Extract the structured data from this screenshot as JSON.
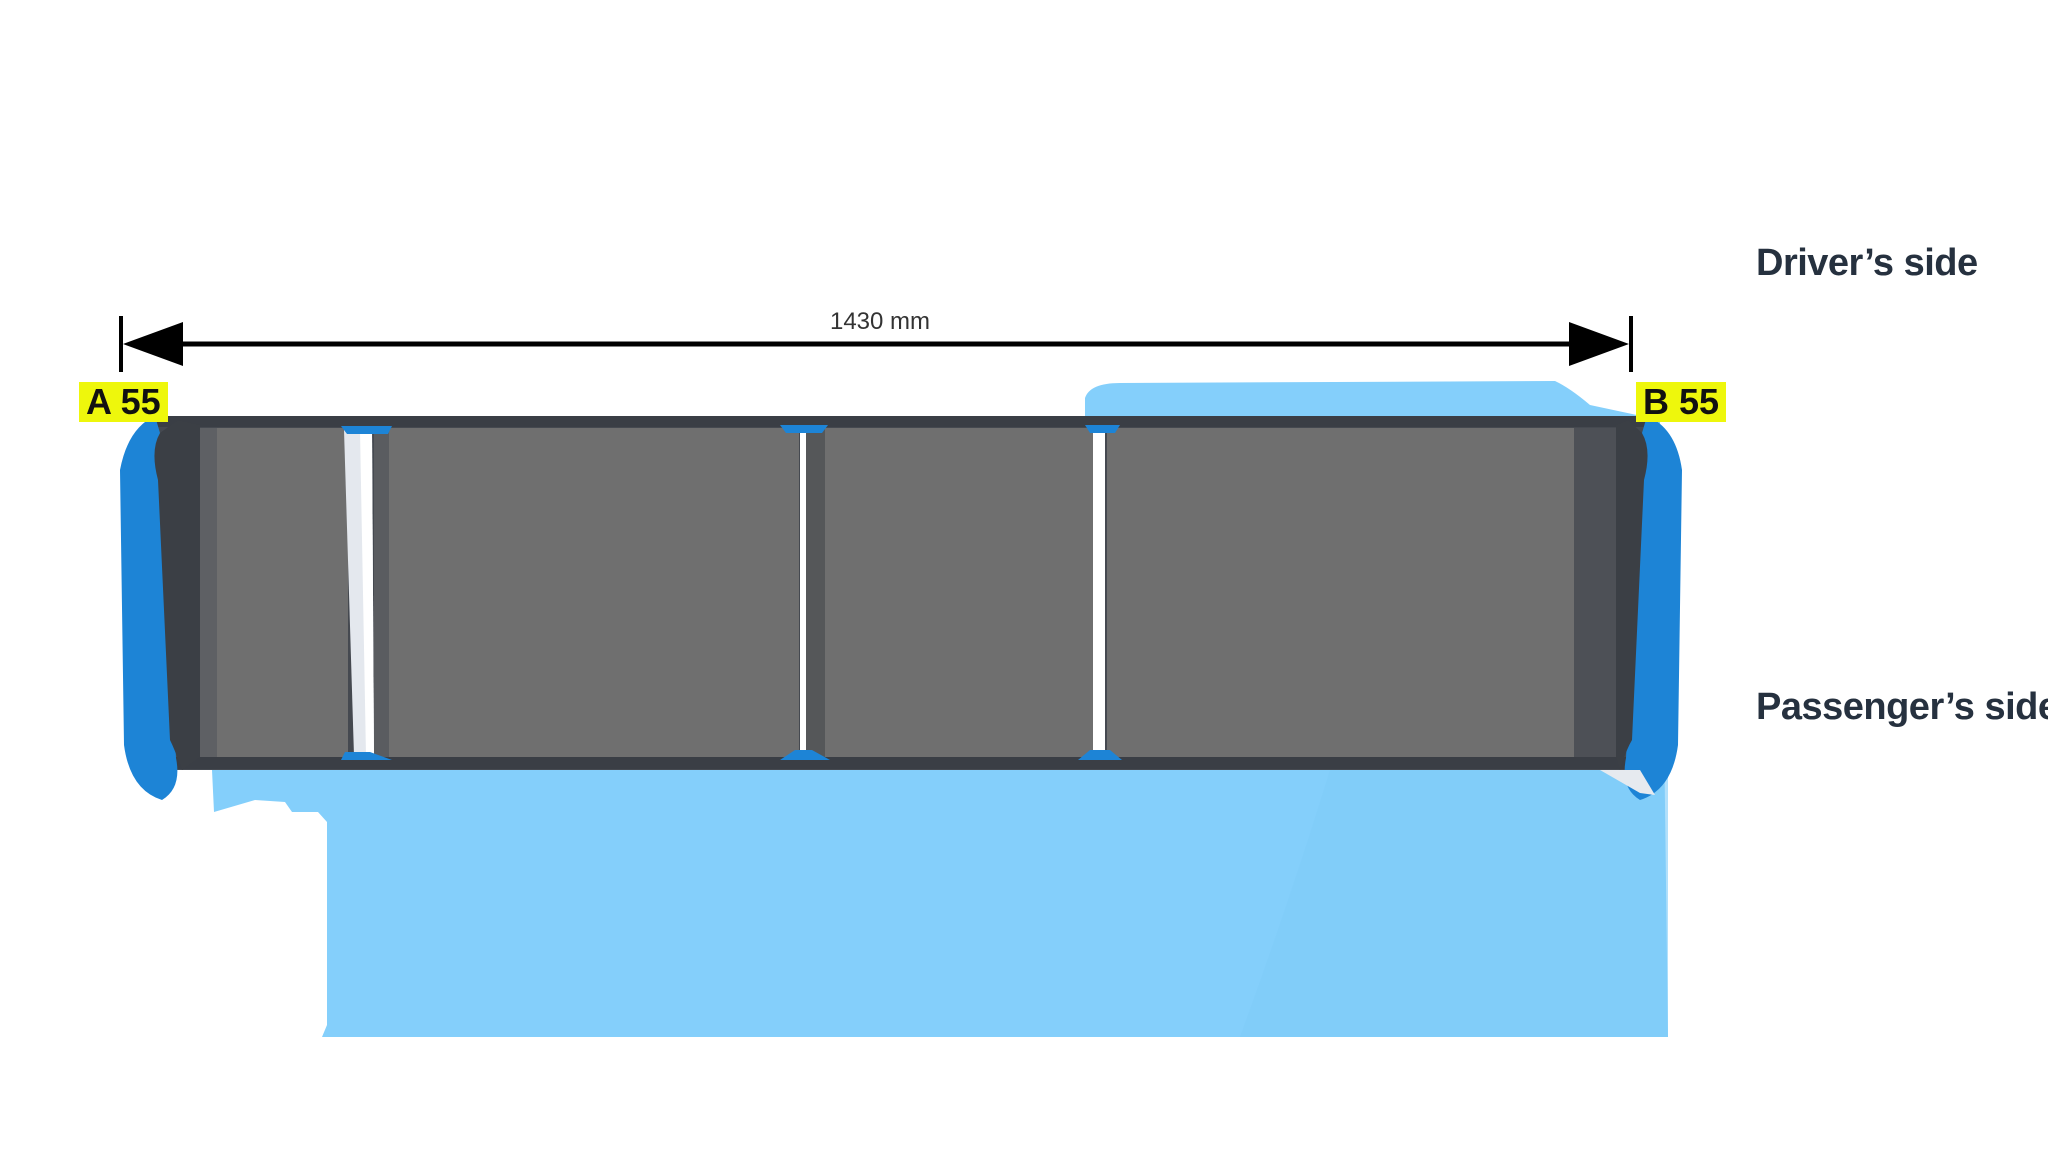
{
  "labels": {
    "drivers_side": "Driver’s side",
    "passengers_side": "Passenger’s side"
  },
  "dimension": {
    "text": "1430 mm"
  },
  "tags": {
    "left": "A 55",
    "right": "B 55"
  },
  "colors": {
    "tag_yellow": "#eef70c",
    "light_blue": "#84cffb",
    "accent_blue": "#1d84d6",
    "panel_gray": "#6f6f6f",
    "frame_dark": "#454950",
    "text_dark": "#26313f"
  }
}
